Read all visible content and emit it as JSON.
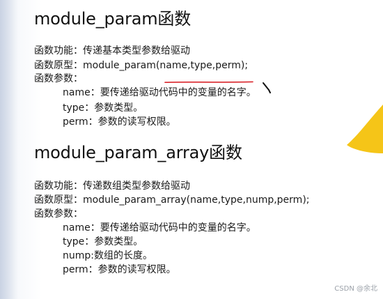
{
  "section1": {
    "title": "module_param函数",
    "function_line": "函数功能：传递基本类型参数给驱动",
    "prototype_line": "函数原型：module_param(name,type,perm);",
    "params_label": "函数参数：",
    "params": [
      "name：要传递给驱动代码中的变量的名字。",
      "type：参数类型。",
      "perm：参数的读写权限。"
    ]
  },
  "section2": {
    "title": "module_param_array函数",
    "function_line": "函数功能：传递数组类型参数给驱动",
    "prototype_line": "函数原型：module_param_array(name,type,nump,perm);",
    "params_label": "函数参数：",
    "params": [
      "name：要传递给驱动代码中的变量的名字。",
      "type：参数类型。",
      "nump:数组的长度。",
      "perm：参数的读写权限。"
    ]
  },
  "watermark": "CSDN @余北",
  "colors": {
    "annotation_underline": "#d9262c",
    "accent_shape": "#f5c518",
    "text": "#1a1a1a"
  }
}
